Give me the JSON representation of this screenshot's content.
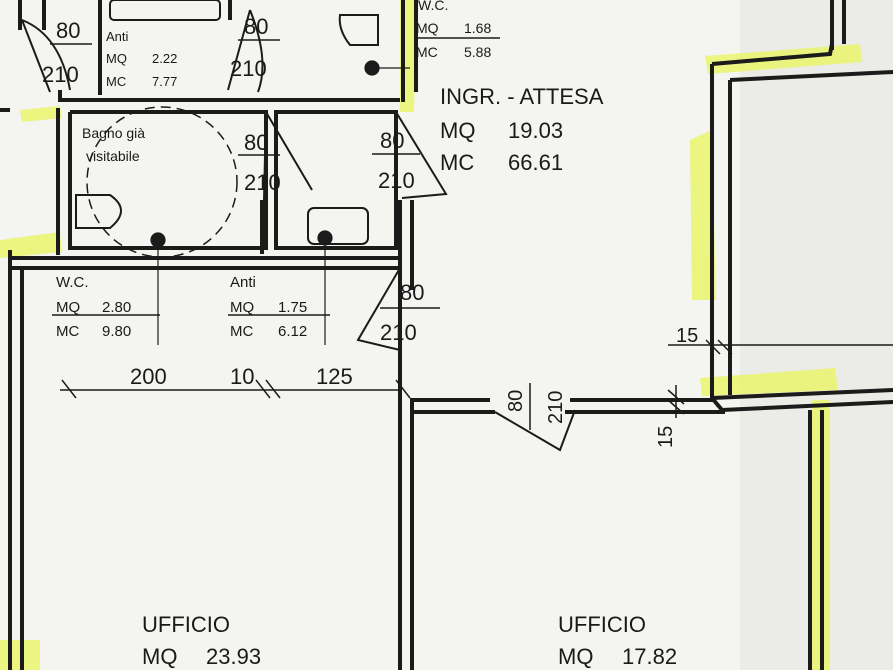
{
  "rooms": {
    "wc_top": {
      "name": "W.C.",
      "mq_label": "MQ",
      "mq": "1.68",
      "mc_label": "MC",
      "mc": "5.88"
    },
    "anti_top": {
      "name": "Anti",
      "mq_label": "MQ",
      "mq": "2.22",
      "mc_label": "MC",
      "mc": "7.77"
    },
    "bagno": {
      "name_line1": "Bagno già",
      "name_line2": "visitabile"
    },
    "ingresso": {
      "name": "INGR. - ATTESA",
      "mq_label": "MQ",
      "mq": "19.03",
      "mc_label": "MC",
      "mc": "66.61"
    },
    "wc": {
      "name": "W.C.",
      "mq_label": "MQ",
      "mq": "2.80",
      "mc_label": "MC",
      "mc": "9.80"
    },
    "anti": {
      "name": "Anti",
      "mq_label": "MQ",
      "mq": "1.75",
      "mc_label": "MC",
      "mc": "6.12"
    },
    "ufficio_left": {
      "name": "UFFICIO",
      "mq_label": "MQ",
      "mq": "23.93"
    },
    "ufficio_right": {
      "name": "UFFICIO",
      "mq_label": "MQ",
      "mq": "17.82"
    }
  },
  "doors": {
    "d1": {
      "width": "80",
      "height": "210"
    },
    "d2": {
      "width": "80",
      "height": "210"
    },
    "d3": {
      "width": "80",
      "height": "210"
    },
    "d4": {
      "width": "80",
      "height": "210"
    },
    "d5": {
      "width": "80",
      "height": "210"
    },
    "d6": {
      "width": "80",
      "height": "210"
    }
  },
  "dimensions": {
    "d200": "200",
    "d10": "10",
    "d125": "125",
    "wall_right": "15",
    "wall_mid": "15"
  },
  "colors": {
    "wall": "#1b1b1b",
    "highlight": "#e9f56b",
    "paper": "#f4f4f1"
  }
}
